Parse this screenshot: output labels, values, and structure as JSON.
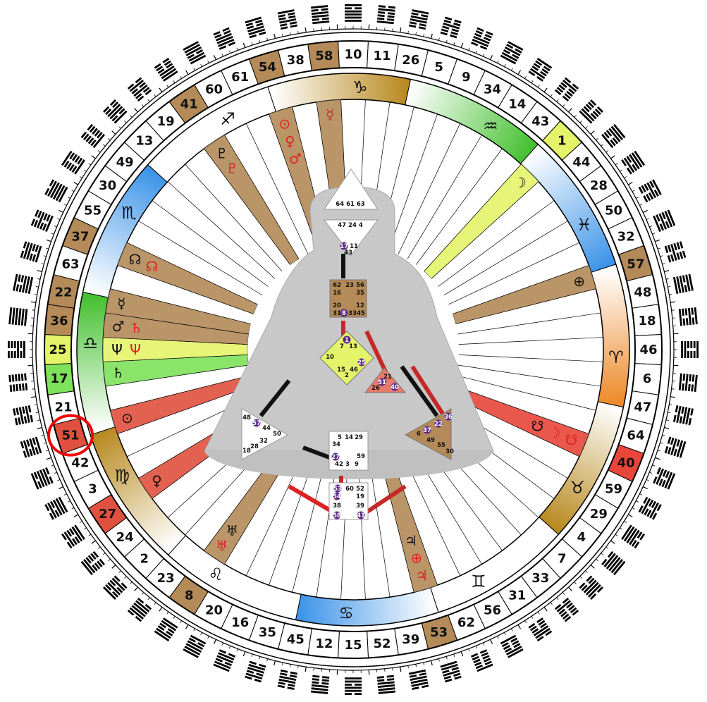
{
  "gates_ring": [
    10,
    11,
    26,
    5,
    9,
    34,
    14,
    43,
    1,
    44,
    28,
    50,
    32,
    57,
    48,
    18,
    46,
    6,
    47,
    64,
    40,
    59,
    29,
    4,
    7,
    33,
    31,
    56,
    62,
    53,
    39,
    52,
    15,
    12,
    45,
    35,
    16,
    20,
    8,
    23,
    2,
    24,
    27,
    3,
    42,
    51,
    21,
    17,
    25,
    36,
    22,
    63,
    37,
    55,
    30,
    49,
    13,
    19,
    41,
    60,
    61,
    54,
    38,
    58
  ],
  "gate_highlights": {
    "58": "#b38a58",
    "54": "#b38a58",
    "41": "#b38a58",
    "1": "#e4f46a",
    "57": "#b38a58",
    "40": "#e8463a",
    "53": "#b38a58",
    "8": "#b38a58",
    "27": "#e0503e",
    "51": "#e0503e",
    "17": "#7ee25a",
    "25": "#e4f46a",
    "36": "#b38a58",
    "22": "#b38a58",
    "37": "#b38a58"
  },
  "highlight_circle_gate": "51",
  "zodiac": [
    {
      "sign": "capricorn",
      "symbol": "♑",
      "color": "#b8891f"
    },
    {
      "sign": "sagittarius",
      "symbol": "♐",
      "color": "#ffffff"
    },
    {
      "sign": "scorpio",
      "symbol": "♏",
      "color": "#3d94e8"
    },
    {
      "sign": "libra",
      "symbol": "♎",
      "color": "#45c030"
    },
    {
      "sign": "virgo",
      "symbol": "♍",
      "color": "#b8891f"
    },
    {
      "sign": "leo",
      "symbol": "♌",
      "color": "#ffffff"
    },
    {
      "sign": "cancer",
      "symbol": "♋",
      "color": "#3d94e8"
    },
    {
      "sign": "gemini",
      "symbol": "♊",
      "color": "#ffffff"
    },
    {
      "sign": "taurus",
      "symbol": "♉",
      "color": "#b8891f"
    },
    {
      "sign": "aries",
      "symbol": "♈",
      "color": "#ec8a2a"
    },
    {
      "sign": "pisces",
      "symbol": "♓",
      "color": "#3d94e8"
    },
    {
      "sign": "aquarius",
      "symbol": "♒",
      "color": "#45c030"
    }
  ],
  "planet_wedges": [
    {
      "gate": "58",
      "color": "#b38a58",
      "glyphs": [
        {
          "s": "☿",
          "c": "#c0392b"
        }
      ]
    },
    {
      "gate": "54",
      "color": "#b38a58",
      "glyphs": [
        {
          "s": "⊙",
          "c": "#d22"
        },
        {
          "s": "♀",
          "c": "#d22"
        },
        {
          "s": "♂",
          "c": "#d22"
        }
      ]
    },
    {
      "gate": "41",
      "color": "#b38a58",
      "glyphs": [
        {
          "s": "♇",
          "c": "#111"
        },
        {
          "s": "♇",
          "c": "#d22"
        }
      ]
    },
    {
      "gate": "1",
      "color": "#e4f46a",
      "glyphs": [
        {
          "s": "☽",
          "c": "#111"
        }
      ]
    },
    {
      "gate": "57",
      "color": "#b38a58",
      "glyphs": [
        {
          "s": "⊕",
          "c": "#111"
        }
      ]
    },
    {
      "gate": "40",
      "color": "#e8463a",
      "glyphs": [
        {
          "s": "☋",
          "c": "#d22"
        },
        {
          "s": "☽",
          "c": "#d22"
        },
        {
          "s": "☋",
          "c": "#111"
        }
      ]
    },
    {
      "gate": "53",
      "color": "#b38a58",
      "glyphs": [
        {
          "s": "♃",
          "c": "#d22"
        },
        {
          "s": "⊕",
          "c": "#d22"
        },
        {
          "s": "♃",
          "c": "#111"
        }
      ]
    },
    {
      "gate": "8",
      "color": "#b38a58",
      "glyphs": [
        {
          "s": "♅",
          "c": "#d22"
        },
        {
          "s": "♅",
          "c": "#111"
        }
      ]
    },
    {
      "gate": "27",
      "color": "#e0503e",
      "glyphs": [
        {
          "s": "♀",
          "c": "#111"
        }
      ]
    },
    {
      "gate": "51",
      "color": "#e0503e",
      "glyphs": [
        {
          "s": "⊙",
          "c": "#111"
        }
      ]
    },
    {
      "gate": "17",
      "color": "#7ee25a",
      "glyphs": [
        {
          "s": "♄",
          "c": "#111"
        }
      ]
    },
    {
      "gate": "25",
      "color": "#e4f46a",
      "glyphs": [
        {
          "s": "Ψ",
          "c": "#111"
        },
        {
          "s": "Ψ",
          "c": "#d22"
        }
      ]
    },
    {
      "gate": "36",
      "color": "#b38a58",
      "glyphs": [
        {
          "s": "♂",
          "c": "#111"
        },
        {
          "s": "♄",
          "c": "#d22"
        }
      ]
    },
    {
      "gate": "22",
      "color": "#b38a58",
      "glyphs": [
        {
          "s": "☿",
          "c": "#111"
        }
      ]
    },
    {
      "gate": "37",
      "color": "#b38a58",
      "glyphs": [
        {
          "s": "☊",
          "c": "#111"
        },
        {
          "s": "☊",
          "c": "#d22"
        }
      ]
    }
  ],
  "bodygraph": {
    "head_gates": [
      "64",
      "61",
      "63"
    ],
    "ajna_gates": [
      "47",
      "24",
      "4",
      "17",
      "11",
      "43"
    ],
    "throat_gates": [
      "62",
      "23",
      "56",
      "16",
      "35",
      "20",
      "12",
      "31",
      "8",
      "33",
      "45"
    ],
    "g_gates": [
      "1",
      "7",
      "13",
      "10",
      "25",
      "15",
      "46",
      "2"
    ],
    "heart_gates": [
      "21",
      "26",
      "51",
      "40"
    ],
    "spleen_gates": [
      "48",
      "57",
      "44",
      "50",
      "32",
      "28",
      "18"
    ],
    "sacral_gates": [
      "5",
      "14",
      "29",
      "34",
      "27",
      "59",
      "42",
      "3",
      "9"
    ],
    "solar_gates": [
      "36",
      "22",
      "37",
      "6",
      "49",
      "55",
      "30"
    ],
    "root_gates": [
      "53",
      "60",
      "52",
      "54",
      "19",
      "38",
      "39",
      "58",
      "41"
    ],
    "active_gates": [
      "17",
      "8",
      "1",
      "25",
      "51",
      "40",
      "57",
      "27",
      "36",
      "22",
      "37",
      "53",
      "54",
      "58",
      "41"
    ]
  }
}
